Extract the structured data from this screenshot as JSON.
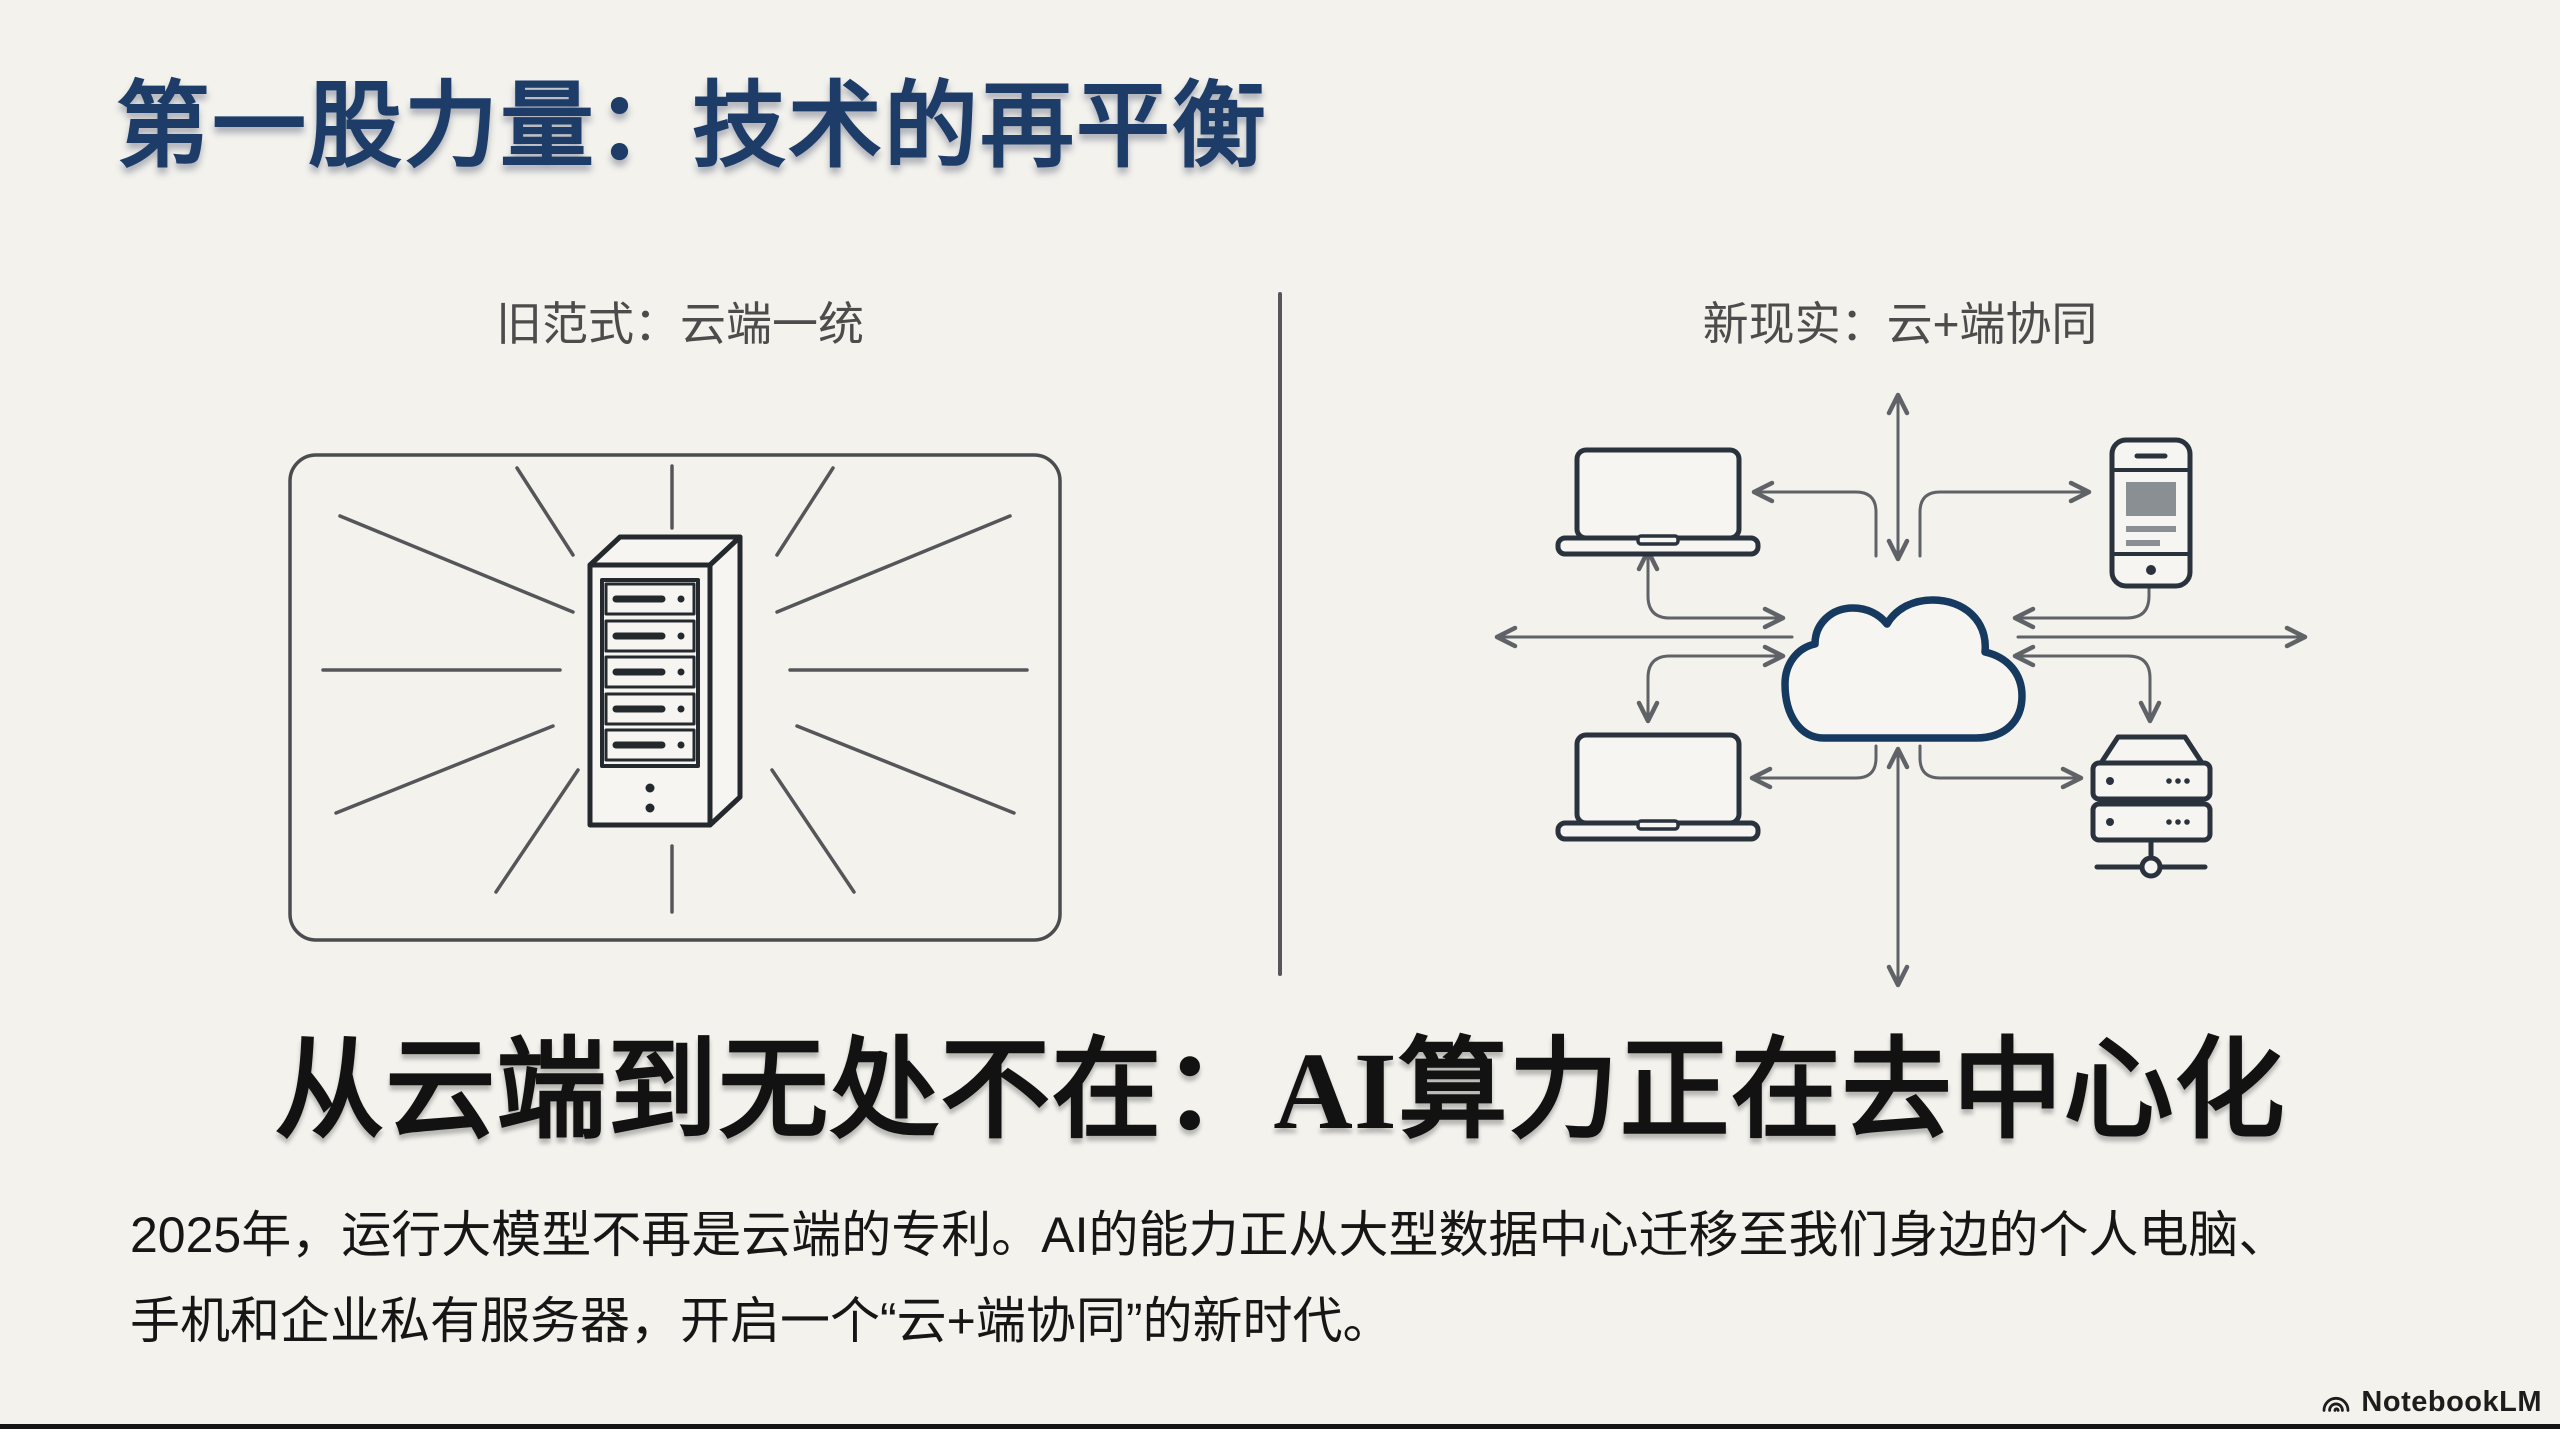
{
  "page": {
    "title": "第一股力量：技术的再平衡",
    "headline": "从云端到无处不在：AI算力正在去中心化",
    "body": [
      "2025年，运行大模型不再是云端的专利。AI的能力正从大型数据中心迁移至我们身边的个人电脑、",
      "手机和企业私有服务器，开启一个“云+端协同”的新时代。"
    ],
    "brand": "NotebookLM"
  },
  "panels": {
    "old_paradigm": {
      "header": "旧范式：云端一统",
      "icon": "server-tower-radiating",
      "description_elements": [
        "rounded-frame",
        "12-radiating-rays",
        "server-tower-5-bays"
      ]
    },
    "new_reality": {
      "header": "新现实：云+端协同",
      "center_icon": "cloud",
      "devices": [
        "laptop-top-left",
        "smartphone-top-right",
        "laptop-bottom-left",
        "server-rack-bottom-right"
      ],
      "connections": "bidirectional-arrows-between-cloud-and-devices"
    }
  },
  "colors": {
    "background": "#f3f2ed",
    "title_navy": "#1e3c68",
    "cloud_navy": "#16395f",
    "device_slate": "#2a333d",
    "arrow_gray": "#5f6266",
    "header_gray": "#4c4c4c",
    "headline_black": "#121212"
  }
}
